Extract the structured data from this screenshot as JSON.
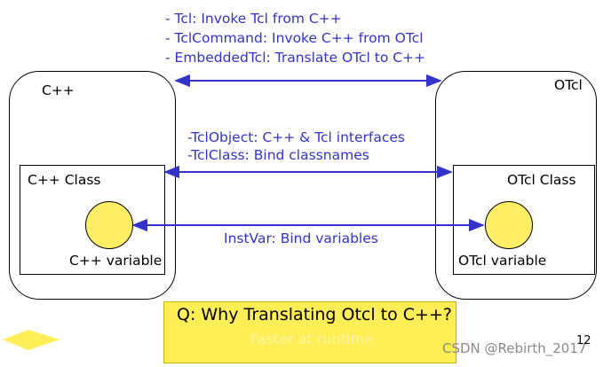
{
  "top_notes": [
    "- Tcl: Invoke Tcl from C++",
    "- TclCommand: Invoke C++ from OTcl",
    "- EmbeddedTcl: Translate OTcl to C++"
  ],
  "mid_notes": [
    "-TclObject: C++ & Tcl interfaces",
    "-TclClass: Bind classnames"
  ],
  "instvar_note": "InstVar: Bind variables",
  "left": {
    "title": "C++",
    "class_label": "C++ Class",
    "variable_label": "C++ variable"
  },
  "right": {
    "title": "OTcl",
    "class_label": "OTcl Class",
    "variable_label": "OTcl variable"
  },
  "question": "Q: Why Translating Otcl to C++?",
  "answer": "Faster at runtime",
  "watermark": "CSDN @Rebirth_2017",
  "page_number": "12",
  "colors": {
    "arrow": "#3333cc",
    "circle": "#ffee66",
    "question_bg": "#ffee55",
    "nav_arrow": "#ffee55"
  }
}
